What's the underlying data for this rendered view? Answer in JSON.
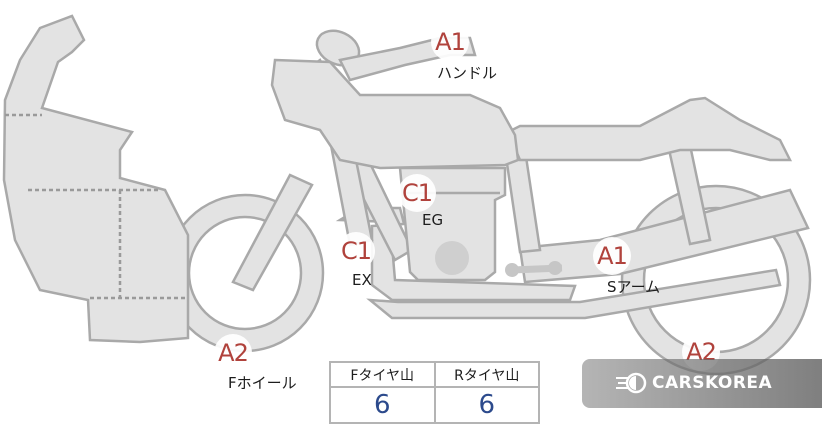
{
  "markers": {
    "handle": {
      "code": "A1",
      "label": "ハンドル"
    },
    "engine": {
      "code": "C1",
      "label": "EG"
    },
    "exhaust": {
      "code": "C1",
      "label": "EX"
    },
    "swingarm": {
      "code": "A1",
      "label": "Sアーム"
    },
    "fwheel": {
      "code": "A2",
      "label": "Fホイール"
    },
    "rwheel": {
      "code": "A2",
      "label": ""
    }
  },
  "tyre_table": {
    "front_header": "Fタイヤ山",
    "rear_header": "Rタイヤ山",
    "front_value": "6",
    "rear_value": "6"
  },
  "watermark": {
    "text": "CARSKOREA",
    "icon": "carskorea-logo-icon"
  },
  "colors": {
    "part_fill": "#e3e3e3",
    "outline": "#a9a9a9",
    "badge_text": "#b0423c",
    "value_text": "#2c4a8c"
  }
}
